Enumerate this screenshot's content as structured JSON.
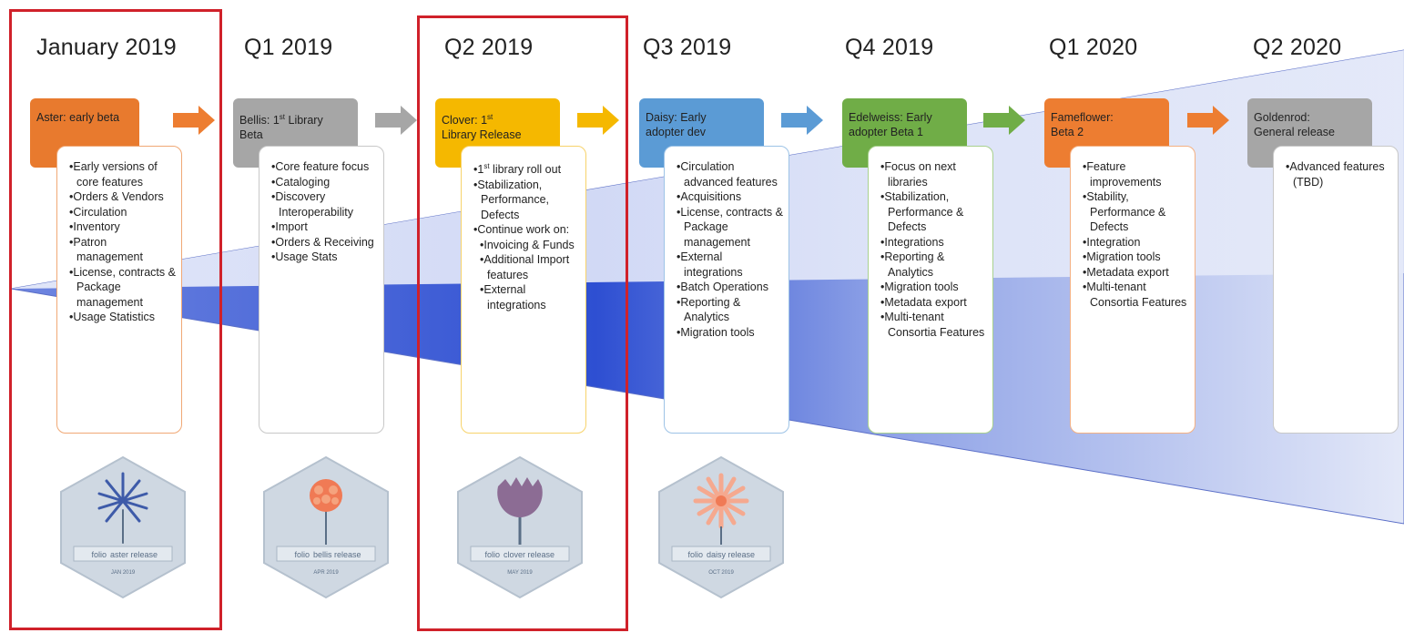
{
  "columns": [
    {
      "quarter": "January 2019",
      "release_lines": [
        "Aster: early beta",
        ""
      ],
      "color": "#E87A2E",
      "border": "#F0A875",
      "items": [
        "Early versions of core features",
        "Orders & Vendors",
        "Circulation",
        "Inventory",
        "Patron management",
        "License, contracts & Package management",
        "Usage Statistics"
      ],
      "badge": {
        "flower": "aster-flower-icon",
        "label_a": "folio",
        "label_b": "aster release",
        "date": "JAN 2019"
      }
    },
    {
      "quarter": "Q1 2019",
      "release_lines": [
        "Bellis: 1st Library",
        "Beta"
      ],
      "color": "#A6A6A6",
      "border": "#C8C8C8",
      "items": [
        "Core feature focus",
        "Cataloging",
        "Discovery Interoperability",
        "Import",
        "Orders & Receiving",
        "Usage Stats"
      ],
      "badge": {
        "flower": "bellis-flower-icon",
        "label_a": "folio",
        "label_b": "bellis release",
        "date": "APR 2019"
      }
    },
    {
      "quarter": "Q2 2019",
      "release_lines": [
        "Clover: 1st",
        "Library Release"
      ],
      "color": "#F5B800",
      "border": "#F7D36B",
      "items": [
        "1st library roll out",
        "Stabilization, Performance, Defects",
        "Continue work on:"
      ],
      "subitems": [
        "Invoicing & Funds",
        "Additional Import features",
        "External integrations"
      ],
      "badge": {
        "flower": "clover-flower-icon",
        "label_a": "folio",
        "label_b": "clover release",
        "date": "MAY 2019"
      }
    },
    {
      "quarter": "Q3 2019",
      "release_lines": [
        "Daisy: Early",
        "adopter dev"
      ],
      "color": "#5B9BD5",
      "border": "#9DC3E6",
      "items": [
        "Circulation advanced features",
        "Acquisitions",
        "License, contracts & Package management",
        "External integrations",
        "Batch Operations",
        "Reporting & Analytics",
        "Migration tools"
      ],
      "badge": {
        "flower": "daisy-flower-icon",
        "label_a": "folio",
        "label_b": "daisy release",
        "date": "OCT 2019"
      }
    },
    {
      "quarter": "Q4 2019",
      "release_lines": [
        "Edelweiss: Early",
        "adopter Beta 1"
      ],
      "color": "#70AD47",
      "border": "#A9D18E",
      "items": [
        "Focus on next libraries",
        "Stabilization, Performance & Defects",
        "Integrations",
        "Reporting & Analytics",
        "Migration tools",
        "Metadata export",
        "Multi-tenant Consortia Features"
      ]
    },
    {
      "quarter": "Q1 2020",
      "release_lines": [
        "Fameflower:",
        "Beta 2"
      ],
      "color": "#ED7D31",
      "border": "#F4B183",
      "items": [
        "Feature improvements",
        "Stability, Performance & Defects",
        "Integration",
        "Migration tools",
        "Metadata export",
        "Multi-tenant Consortia Features"
      ]
    },
    {
      "quarter": "Q2 2020",
      "release_lines": [
        "Goldenrod:",
        "General release"
      ],
      "color": "#A6A6A6",
      "border": "#C8C8C8",
      "items": [
        "Advanced features (TBD)"
      ]
    }
  ],
  "arrow_colors": [
    "#ED7D31",
    "#A6A6A6",
    "#F5B800",
    "#5B9BD5",
    "#70AD47",
    "#ED7D31"
  ],
  "highlight_color": "#D0212A",
  "wedge_colors": {
    "dark": "#2F4FD0",
    "light": "#DDE3F7"
  }
}
